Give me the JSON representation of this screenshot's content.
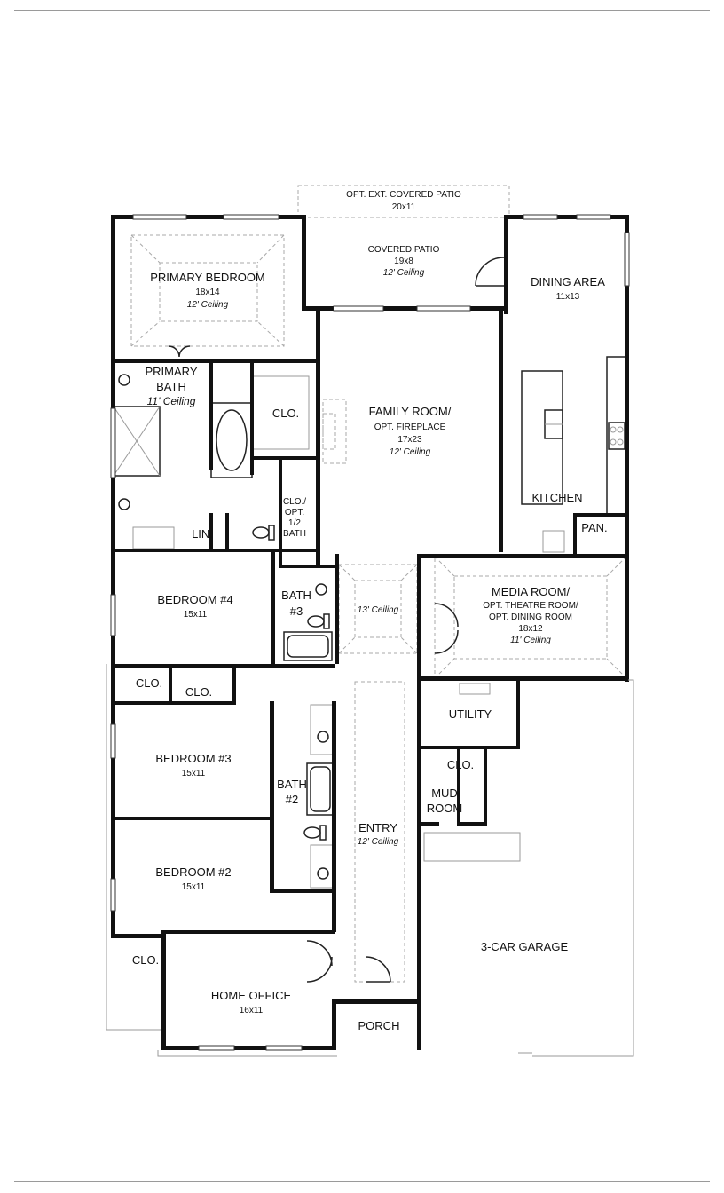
{
  "rooms": {
    "opt_patio": {
      "name": "OPT. EXT. COVERED PATIO",
      "dim": "20x11"
    },
    "covered_patio": {
      "name": "COVERED PATIO",
      "dim": "19x8",
      "ceiling": "12' Ceiling"
    },
    "primary_bedroom": {
      "name": "PRIMARY BEDROOM",
      "dim": "18x14",
      "ceiling": "12' Ceiling"
    },
    "dining_area": {
      "name": "DINING AREA",
      "dim": "11x13"
    },
    "primary_bath": {
      "name_line1": "PRIMARY",
      "name_line2": "BATH",
      "ceiling": "11' Ceiling"
    },
    "clo_primary": {
      "name": "CLO."
    },
    "family_room": {
      "name": "FAMILY ROOM/",
      "sub": "OPT. FIREPLACE",
      "dim": "17x23",
      "ceiling": "12' Ceiling"
    },
    "kitchen": {
      "name": "KITCHEN"
    },
    "clo_half_bath": {
      "line1": "CLO./",
      "line2": "OPT.",
      "line3": "1/2",
      "line4": "BATH"
    },
    "lin": {
      "name": "LIN."
    },
    "pan": {
      "name": "PAN."
    },
    "bedroom4": {
      "name": "BEDROOM #4",
      "dim": "15x11"
    },
    "bath3": {
      "line1": "BATH",
      "line2": "#3"
    },
    "foyer": {
      "ceiling": "13' Ceiling"
    },
    "media_room": {
      "name": "MEDIA ROOM/",
      "sub1": "OPT. THEATRE ROOM/",
      "sub2": "OPT. DINING ROOM",
      "dim": "18x12",
      "ceiling": "11' Ceiling"
    },
    "clo_b4a": {
      "name": "CLO."
    },
    "clo_b4b": {
      "name": "CLO."
    },
    "utility": {
      "name": "UTILITY"
    },
    "bedroom3": {
      "name": "BEDROOM #3",
      "dim": "15x11"
    },
    "clo_utility": {
      "name": "CLO."
    },
    "bath2": {
      "line1": "BATH",
      "line2": "#2"
    },
    "mud_room": {
      "line1": "MUD",
      "line2": "ROOM"
    },
    "entry": {
      "name": "ENTRY",
      "ceiling": "12' Ceiling"
    },
    "bedroom2": {
      "name": "BEDROOM #2",
      "dim": "15x11"
    },
    "garage": {
      "name": "3-CAR GARAGE"
    },
    "clo_b2": {
      "name": "CLO."
    },
    "home_office": {
      "name": "HOME OFFICE",
      "dim": "16x11"
    },
    "porch": {
      "name": "PORCH"
    }
  }
}
